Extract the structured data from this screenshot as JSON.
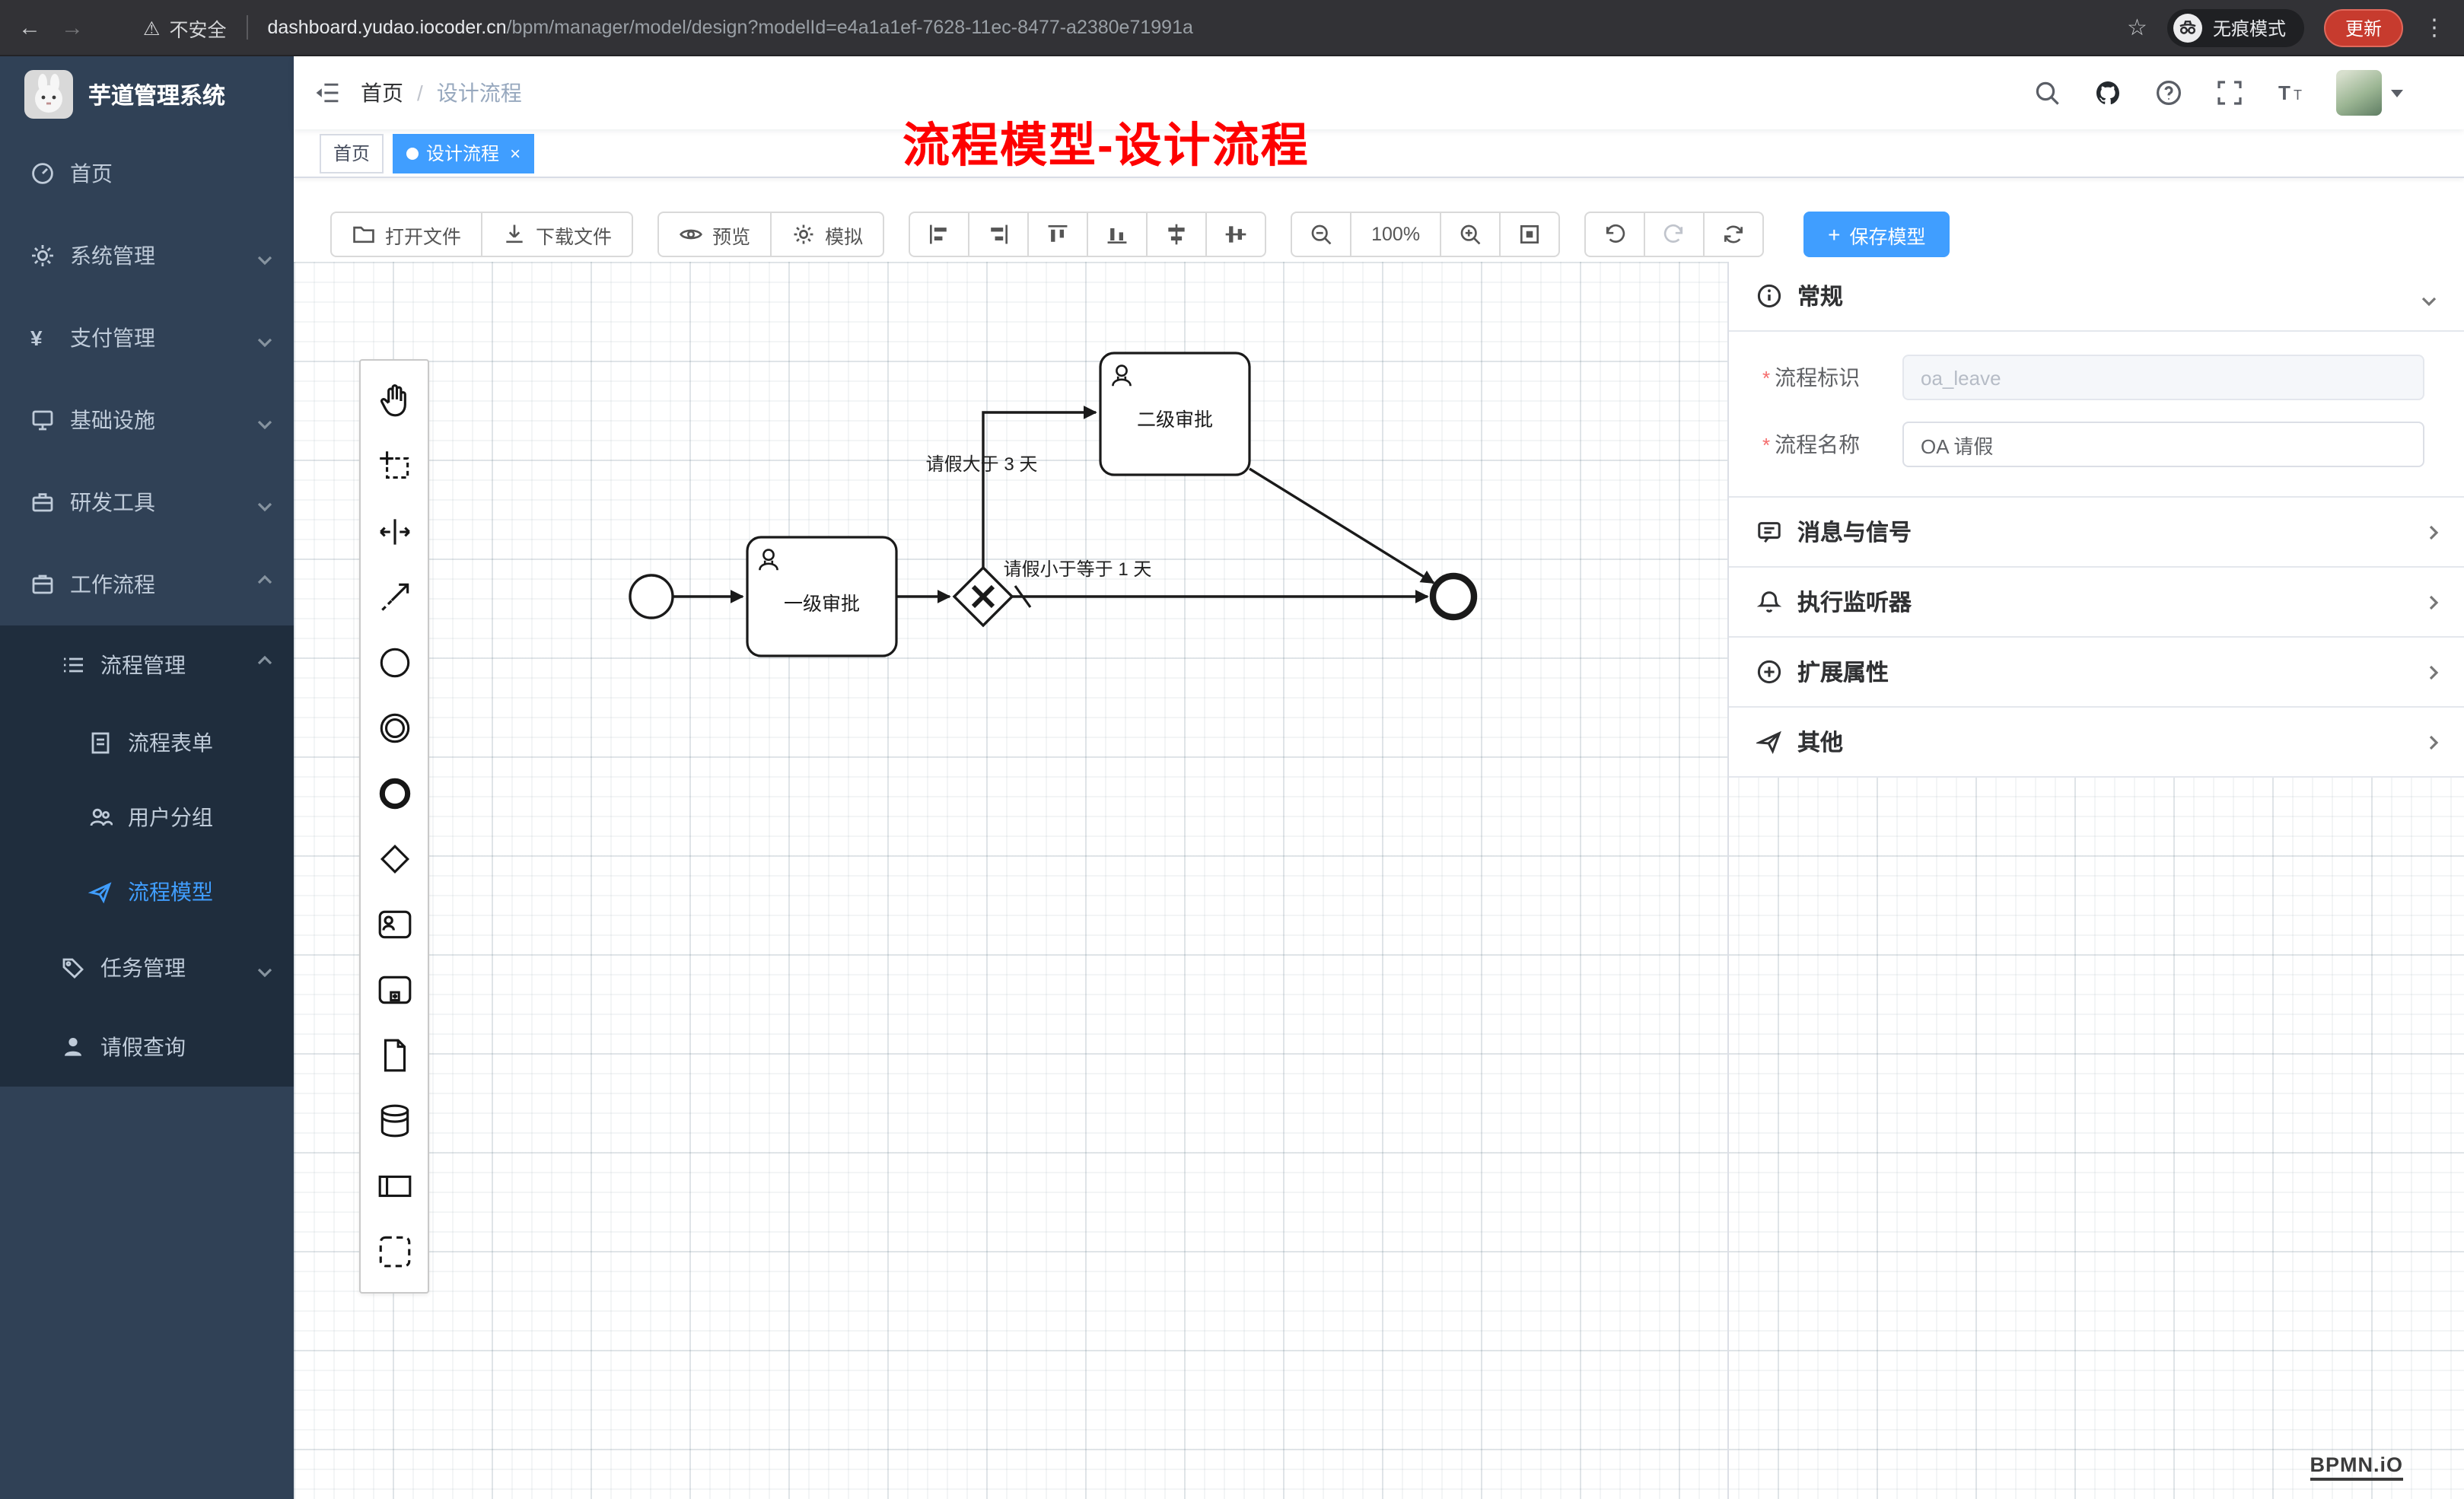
{
  "browser": {
    "security_label": "不安全",
    "url_host": "dashboard.yudao.iocoder.cn",
    "url_path": "/bpm/manager/model/design?modelId=e4a1a1ef-7628-11ec-8477-a2380e71991a",
    "incognito_label": "无痕模式",
    "update_label": "更新"
  },
  "sidebar": {
    "app_title": "芋道管理系统",
    "items": [
      {
        "label": "首页"
      },
      {
        "label": "系统管理"
      },
      {
        "label": "支付管理"
      },
      {
        "label": "基础设施"
      },
      {
        "label": "研发工具"
      },
      {
        "label": "工作流程"
      }
    ],
    "submenu": {
      "process_group": "流程管理",
      "process_children": [
        "流程表单",
        "用户分组",
        "流程模型"
      ],
      "task_group": "任务管理",
      "leave_item": "请假查询"
    }
  },
  "header": {
    "breadcrumb": [
      "首页",
      "设计流程"
    ]
  },
  "tabs": [
    {
      "label": "首页",
      "active": false
    },
    {
      "label": "设计流程",
      "active": true
    }
  ],
  "annotation": "流程模型-设计流程",
  "toolbar": {
    "open": "打开文件",
    "download": "下载文件",
    "preview": "预览",
    "simulate": "模拟",
    "zoom_level": "100%",
    "save": "保存模型"
  },
  "palette_tools": [
    "hand-tool",
    "lasso-tool",
    "space-tool",
    "global-connect-tool",
    "start-event",
    "intermediate-event",
    "end-event",
    "exclusive-gateway",
    "user-task",
    "call-activity",
    "task",
    "data-store",
    "participant",
    "group"
  ],
  "diagram": {
    "task1_label": "一级审批",
    "task2_label": "二级审批",
    "flow_up_label": "请假大于 3 天",
    "flow_straight_label": "请假小于等于 1 天"
  },
  "panel": {
    "general": {
      "title": "常规",
      "fields": [
        {
          "label": "流程标识",
          "value": "oa_leave",
          "required": true,
          "disabled": true
        },
        {
          "label": "流程名称",
          "value": "OA 请假",
          "required": true,
          "disabled": false
        }
      ]
    },
    "sections": [
      {
        "title": "消息与信号"
      },
      {
        "title": "执行监听器"
      },
      {
        "title": "扩展属性"
      },
      {
        "title": "其他"
      }
    ]
  },
  "watermark": "BPMN.iO",
  "colors": {
    "accent": "#409eff",
    "sidebar_bg": "#304156",
    "submenu_bg": "#1f2d3d",
    "annotation_red": "#ff0000",
    "danger": "#f56c6c"
  }
}
